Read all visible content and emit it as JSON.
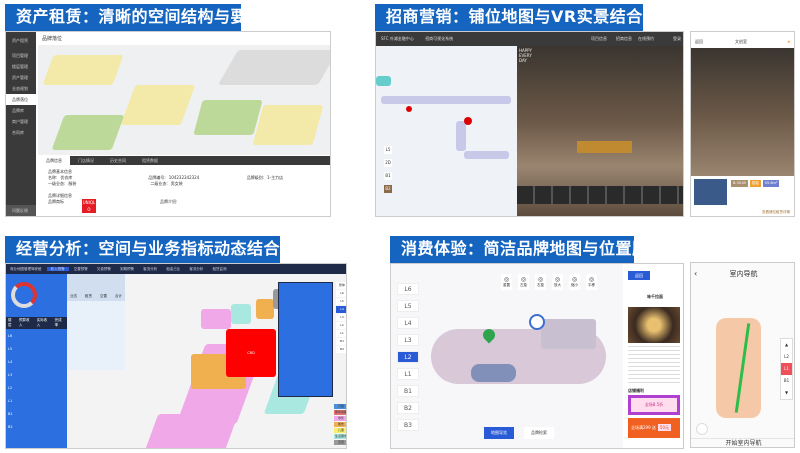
{
  "colors": {
    "banner": "#1565c0",
    "accent": "#2a5bd7",
    "alert": "#e51c23"
  },
  "panels": {
    "asset": {
      "title": "资产租赁：清晰的空间结构与要素",
      "sidebar": {
        "header": "资产租赁",
        "items": [
          "项目管理",
          "楼层管理",
          "资产管理",
          "业态规划",
          "品牌落位",
          "品牌库",
          "商户管理",
          "合同库"
        ],
        "footer": "问题反馈"
      },
      "page_title": "品牌落位",
      "tabs": [
        "品牌信息",
        "门店情况",
        "历史合同",
        "租赁数据"
      ],
      "section_basic": "品牌基本信息",
      "fields": {
        "name_label": "名称:",
        "name": "优衣库",
        "id_label": "品牌编号:",
        "id": "104232342324",
        "level_label": "品牌级别:",
        "level": "1-主力店",
        "cat1_label": "一级业态:",
        "cat1": "服装",
        "cat2_label": "二级业态:",
        "cat2": "男女装"
      },
      "section_detail": "品牌详细信息",
      "logo_label": "品牌商标",
      "logo_text": "UNIQLO",
      "intro_label": "品牌介绍:"
    },
    "leasing": {
      "title": "招商营销：铺位地图与VR实景结合展示",
      "header_left": "SFC 外滩金融中心",
      "header_system": "招商可视化系统",
      "header_links": [
        "项目信息",
        "招商信息",
        "在线预约",
        "登录"
      ],
      "floors": [
        "L5",
        "2D",
        "B1",
        "B2"
      ],
      "vr_sign": "HAPPY EVERY DAY",
      "phone": {
        "back": "返回",
        "title": "文创室",
        "tags": [
          "B-301B",
          "招租",
          "55.8m²"
        ],
        "footer": "查看铺位租赁详情"
      }
    },
    "analysis": {
      "title": "经营分析：空间与业务指标动态结合渲染",
      "app_name": "商业地图管理驾驶舱",
      "nav": [
        "收入预警",
        "空置预警",
        "欠费预警",
        "到期预警",
        "客流分析",
        "租金占比",
        "客流分析",
        "租赁监测"
      ],
      "table_head": [
        "楼层",
        "预算收入",
        "实际收入",
        "完成率"
      ],
      "table_rows": [
        "L6",
        "L5",
        "L4",
        "L3",
        "L2",
        "L1",
        "B1",
        "B2"
      ],
      "popup_head": [
        "业态",
        "租赁",
        "空置",
        "合计"
      ],
      "legend": [
        "已租",
        "即将到期",
        "零售",
        "餐饮",
        "儿童",
        "生活服务",
        "空置"
      ],
      "legend_colors": [
        "#4a90d9",
        "#e57373",
        "#f0a8e8",
        "#f0b050",
        "#f5f06a",
        "#a8e8e0",
        "#999999"
      ],
      "floors": [
        "整体",
        "L6",
        "L5",
        "L4",
        "L3",
        "L2",
        "L1",
        "B1",
        "B2"
      ],
      "highlight_label": "CBD"
    },
    "consumer": {
      "title": "消费体验：简洁品牌地图与位置服务",
      "floors": [
        "L6",
        "L5",
        "L4",
        "L3",
        "L2",
        "L1",
        "B1",
        "B2",
        "B3"
      ],
      "active_floor": "L2",
      "tools": [
        "重置",
        "左旋",
        "右旋",
        "放大",
        "缩小",
        "平移"
      ],
      "buttons": {
        "map_nav": "地图导览",
        "brand_search": "品牌检索",
        "back": "返回"
      },
      "shop": {
        "name": "味千拉面",
        "perks_title": "店铺福利",
        "coupon1": "全场8.5折",
        "coupon2": "全场满299 送",
        "coupon2_value": "50元"
      },
      "phone": {
        "title": "室内导航",
        "floors": [
          "L2",
          "L1",
          "B1"
        ],
        "active_floor": "L1",
        "footer": "开始室内导航"
      }
    }
  }
}
